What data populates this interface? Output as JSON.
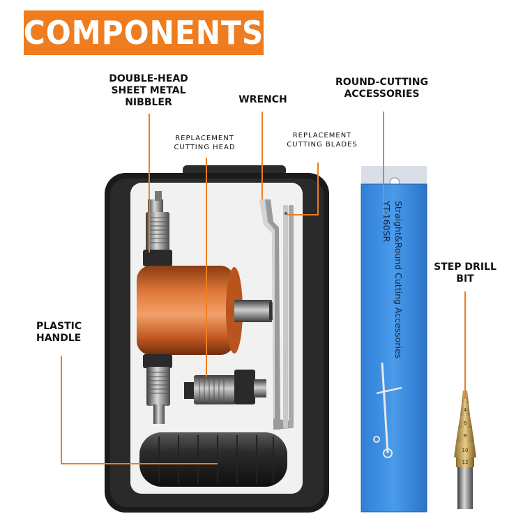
{
  "banner": {
    "title": "COMPONENTS"
  },
  "labels": {
    "nibbler": [
      "DOUBLE-HEAD",
      "SHEET METAL",
      "NIBBLER"
    ],
    "wrench": "WRENCH",
    "round_cutting": [
      "ROUND-CUTTING",
      "ACCESSORIES"
    ],
    "replacement_head": [
      "REPLACEMENT",
      "CUTTING HEAD"
    ],
    "replacement_blades": [
      "REPLACEMENT",
      "CUTTING  BLADES"
    ],
    "plastic_handle": [
      "PLASTIC",
      "HANDLE"
    ],
    "step_drill": [
      "STEP DRILL",
      "BIT"
    ]
  },
  "package": {
    "line1": "Straight&Round Cutting Accessories",
    "line2": "YT-160SR"
  },
  "drill_marks": [
    "4",
    "6",
    "8",
    "10",
    "12"
  ],
  "colors": {
    "accent": "#ef7d1f",
    "case": "#1b1b1b",
    "copper": "#d36a2c",
    "package": "#3d8ee3"
  }
}
